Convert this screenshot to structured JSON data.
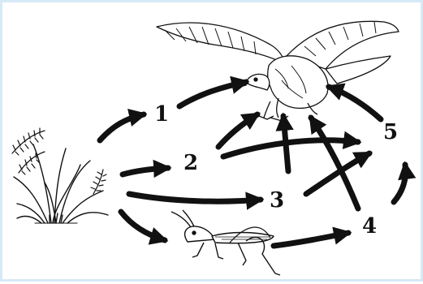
{
  "labels": {
    "n1": "1",
    "n2": "2",
    "n3": "3",
    "n4": "4",
    "n5": "5"
  },
  "nodes": [
    "wheat-plant",
    "grasshopper",
    "hawk",
    "node-1",
    "node-2",
    "node-3",
    "node-4",
    "node-5"
  ],
  "edges": [
    {
      "from": "wheat-plant",
      "to": "node-1"
    },
    {
      "from": "wheat-plant",
      "to": "node-2"
    },
    {
      "from": "wheat-plant",
      "to": "node-3"
    },
    {
      "from": "wheat-plant",
      "to": "grasshopper"
    },
    {
      "from": "grasshopper",
      "to": "node-4"
    },
    {
      "from": "node-1",
      "to": "hawk"
    },
    {
      "from": "node-2",
      "to": "hawk"
    },
    {
      "from": "node-2",
      "to": "node-5"
    },
    {
      "from": "node-3",
      "to": "hawk"
    },
    {
      "from": "node-3",
      "to": "node-5"
    },
    {
      "from": "node-4",
      "to": "hawk"
    },
    {
      "from": "node-4",
      "to": "node-5"
    },
    {
      "from": "node-5",
      "to": "hawk"
    }
  ],
  "colors": {
    "border": "#d6e9f6",
    "ink": "#111111",
    "background": "#ffffff"
  }
}
